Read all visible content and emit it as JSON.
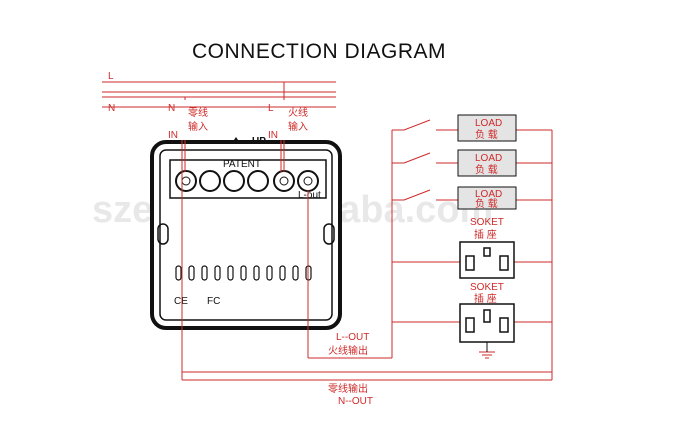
{
  "title": "CONNECTION DIAGRAM",
  "watermark": "szexer.en.alibaba.com",
  "lines": {
    "live": "L",
    "neutral": "N"
  },
  "switch_labels": {
    "n_top": "N",
    "n_cn": "零线",
    "n_cn2": "输入",
    "n_in": "IN",
    "l_top": "L",
    "l_cn": "火线",
    "l_cn2": "输入",
    "l_in": "IN",
    "up": "UP",
    "patent": "PATENT",
    "l_out_small": "L-out",
    "ce": "CE",
    "fc": "FC"
  },
  "loads": [
    {
      "en": "LOAD",
      "cn": "负 载"
    },
    {
      "en": "LOAD",
      "cn": "负 载"
    },
    {
      "en": "LOAD",
      "cn": "负 载"
    }
  ],
  "sockets": [
    {
      "en": "SOKET",
      "cn": "插 座"
    },
    {
      "en": "SOKET",
      "cn": "插 座"
    }
  ],
  "outputs": {
    "l_out": "L--OUT",
    "l_out_cn": "火线输出",
    "n_out_cn": "零线输出",
    "n_out": "N--OUT"
  },
  "colors": {
    "wire": "#cf2a2a",
    "device": "#111111",
    "load_fill": "#e4e4e4"
  }
}
